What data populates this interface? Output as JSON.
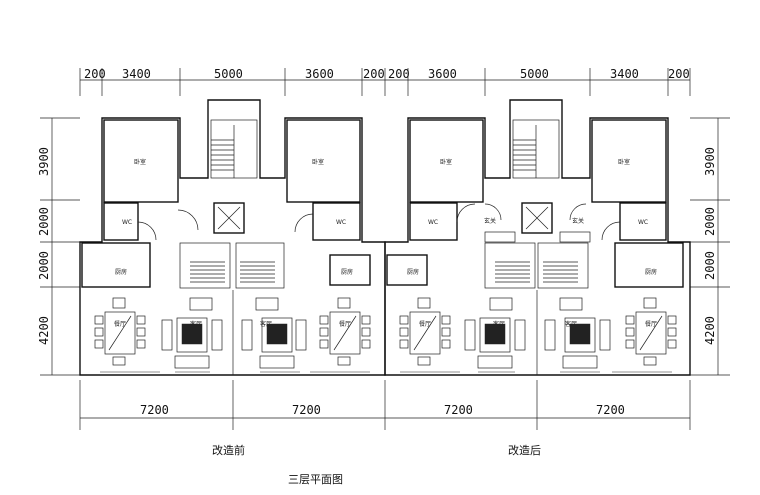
{
  "top_dims": {
    "left": [
      "200",
      "3400",
      "5000",
      "3600",
      "200"
    ],
    "right": [
      "200",
      "3600",
      "5000",
      "3400",
      "200"
    ]
  },
  "bottom_dims": {
    "left": [
      "7200",
      "7200"
    ],
    "right": [
      "7200",
      "7200"
    ]
  },
  "side_dims": [
    "3900",
    "2000",
    "2000",
    "4200"
  ],
  "rooms": {
    "bedroom": "卧室",
    "wc": "WC",
    "kitchen": "厨房",
    "dining": "餐厅",
    "living": "客厅",
    "entry": "玄关"
  },
  "captions": {
    "before": "改造前",
    "after": "改造后",
    "title": "三层平面图"
  }
}
